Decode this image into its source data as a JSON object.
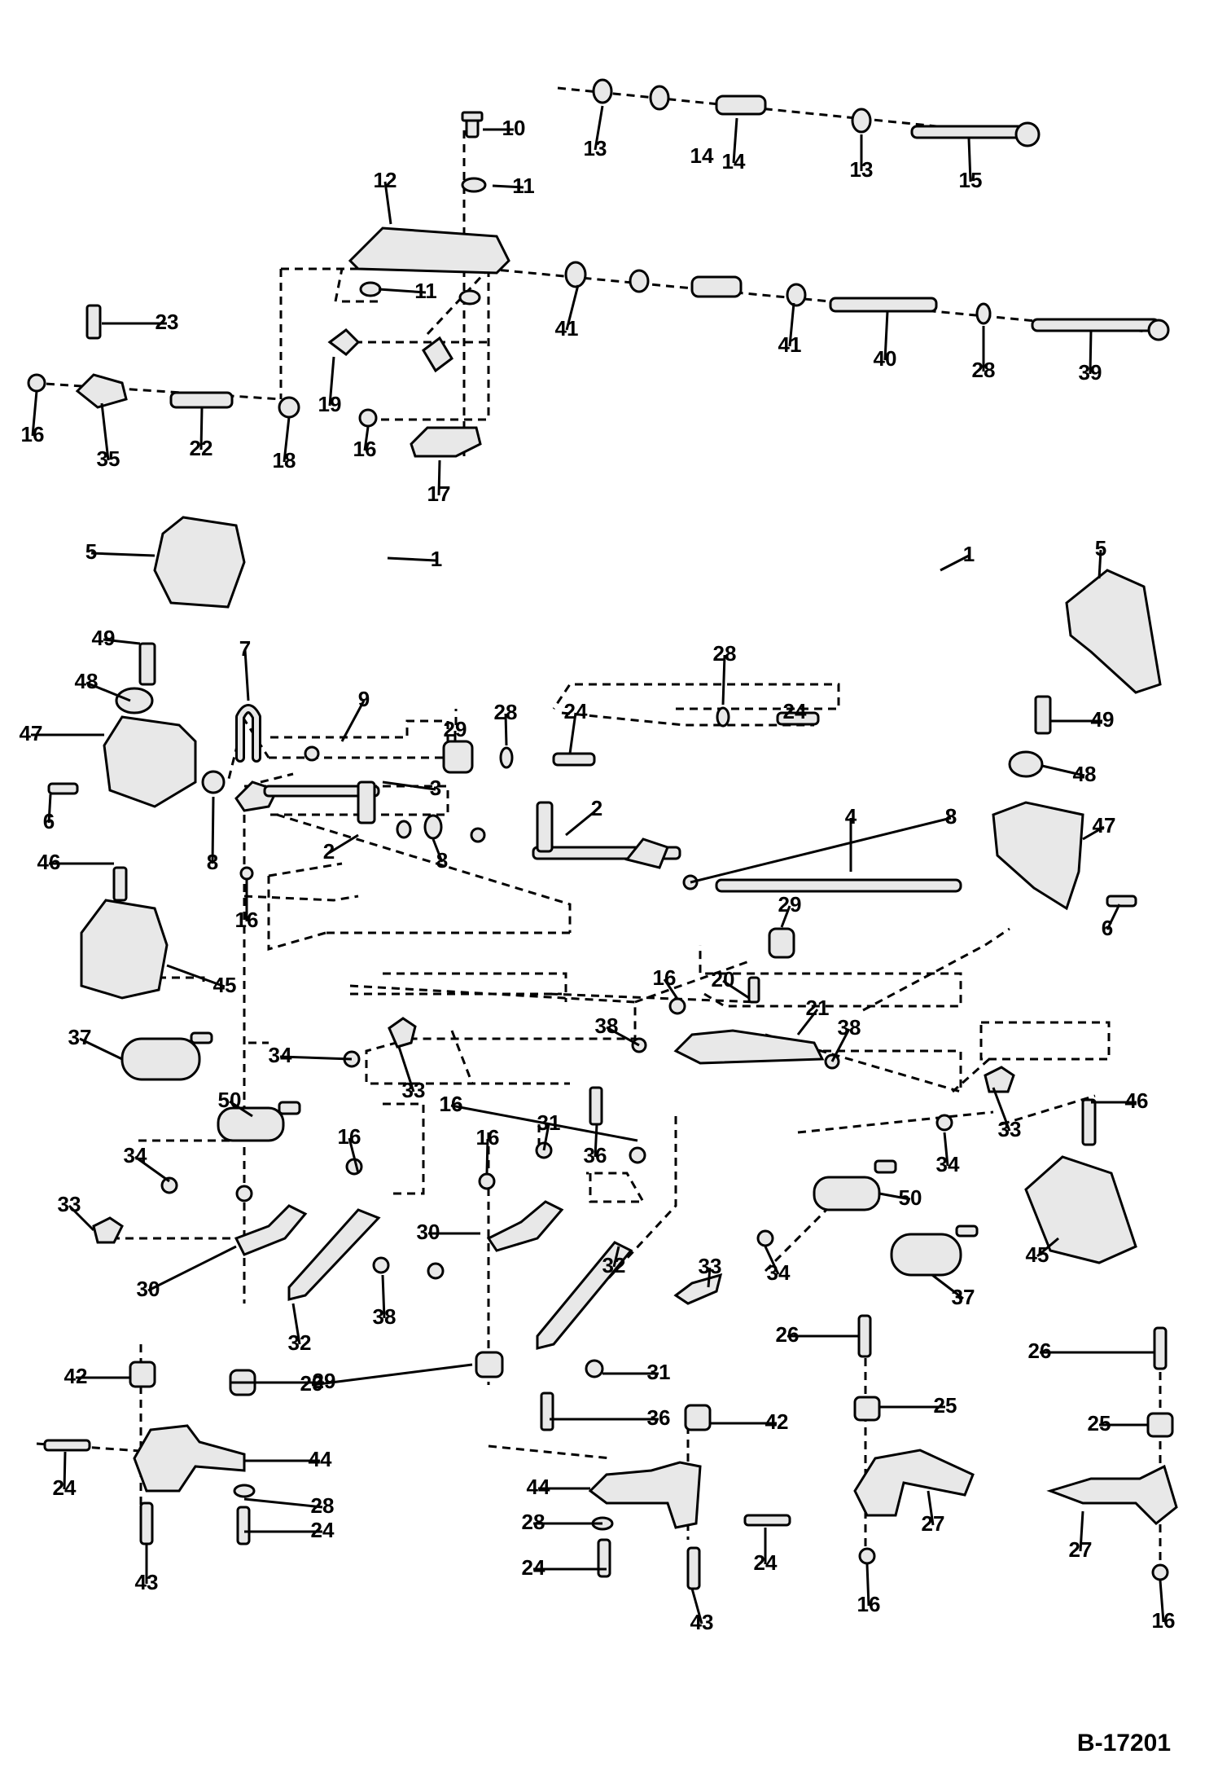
{
  "drawing_number": "B-17201",
  "callouts": [
    {
      "label": "1"
    },
    {
      "label": "1"
    },
    {
      "label": "2"
    },
    {
      "label": "2"
    },
    {
      "label": "3"
    },
    {
      "label": "4"
    },
    {
      "label": "5"
    },
    {
      "label": "5"
    },
    {
      "label": "6"
    },
    {
      "label": "6"
    },
    {
      "label": "7"
    },
    {
      "label": "8"
    },
    {
      "label": "8"
    },
    {
      "label": "8"
    },
    {
      "label": "8"
    },
    {
      "label": "9"
    },
    {
      "label": "10"
    },
    {
      "label": "11"
    },
    {
      "label": "11"
    },
    {
      "label": "12"
    },
    {
      "label": "13"
    },
    {
      "label": "13"
    },
    {
      "label": "14"
    },
    {
      "label": "14"
    },
    {
      "label": "15"
    },
    {
      "label": "16"
    },
    {
      "label": "16"
    },
    {
      "label": "16"
    },
    {
      "label": "16"
    },
    {
      "label": "16"
    },
    {
      "label": "16"
    },
    {
      "label": "16"
    },
    {
      "label": "16"
    },
    {
      "label": "16"
    },
    {
      "label": "16"
    },
    {
      "label": "17"
    },
    {
      "label": "18"
    },
    {
      "label": "19"
    },
    {
      "label": "20"
    },
    {
      "label": "21"
    },
    {
      "label": "22"
    },
    {
      "label": "23"
    },
    {
      "label": "24"
    },
    {
      "label": "24"
    },
    {
      "label": "24"
    },
    {
      "label": "24"
    },
    {
      "label": "24"
    },
    {
      "label": "24"
    },
    {
      "label": "25"
    },
    {
      "label": "25"
    },
    {
      "label": "26"
    },
    {
      "label": "26"
    },
    {
      "label": "27"
    },
    {
      "label": "27"
    },
    {
      "label": "28"
    },
    {
      "label": "28"
    },
    {
      "label": "28"
    },
    {
      "label": "28"
    },
    {
      "label": "28"
    },
    {
      "label": "29"
    },
    {
      "label": "29"
    },
    {
      "label": "29"
    },
    {
      "label": "29"
    },
    {
      "label": "30"
    },
    {
      "label": "30"
    },
    {
      "label": "31"
    },
    {
      "label": "31"
    },
    {
      "label": "32"
    },
    {
      "label": "32"
    },
    {
      "label": "33"
    },
    {
      "label": "33"
    },
    {
      "label": "33"
    },
    {
      "label": "33"
    },
    {
      "label": "34"
    },
    {
      "label": "34"
    },
    {
      "label": "34"
    },
    {
      "label": "34"
    },
    {
      "label": "35"
    },
    {
      "label": "36"
    },
    {
      "label": "36"
    },
    {
      "label": "37"
    },
    {
      "label": "37"
    },
    {
      "label": "38"
    },
    {
      "label": "38"
    },
    {
      "label": "38"
    },
    {
      "label": "39"
    },
    {
      "label": "40"
    },
    {
      "label": "41"
    },
    {
      "label": "41"
    },
    {
      "label": "42"
    },
    {
      "label": "42"
    },
    {
      "label": "43"
    },
    {
      "label": "43"
    },
    {
      "label": "44"
    },
    {
      "label": "44"
    },
    {
      "label": "45"
    },
    {
      "label": "45"
    },
    {
      "label": "46"
    },
    {
      "label": "46"
    },
    {
      "label": "47"
    },
    {
      "label": "47"
    },
    {
      "label": "48"
    },
    {
      "label": "48"
    },
    {
      "label": "49"
    },
    {
      "label": "49"
    },
    {
      "label": "50"
    },
    {
      "label": "50"
    }
  ]
}
